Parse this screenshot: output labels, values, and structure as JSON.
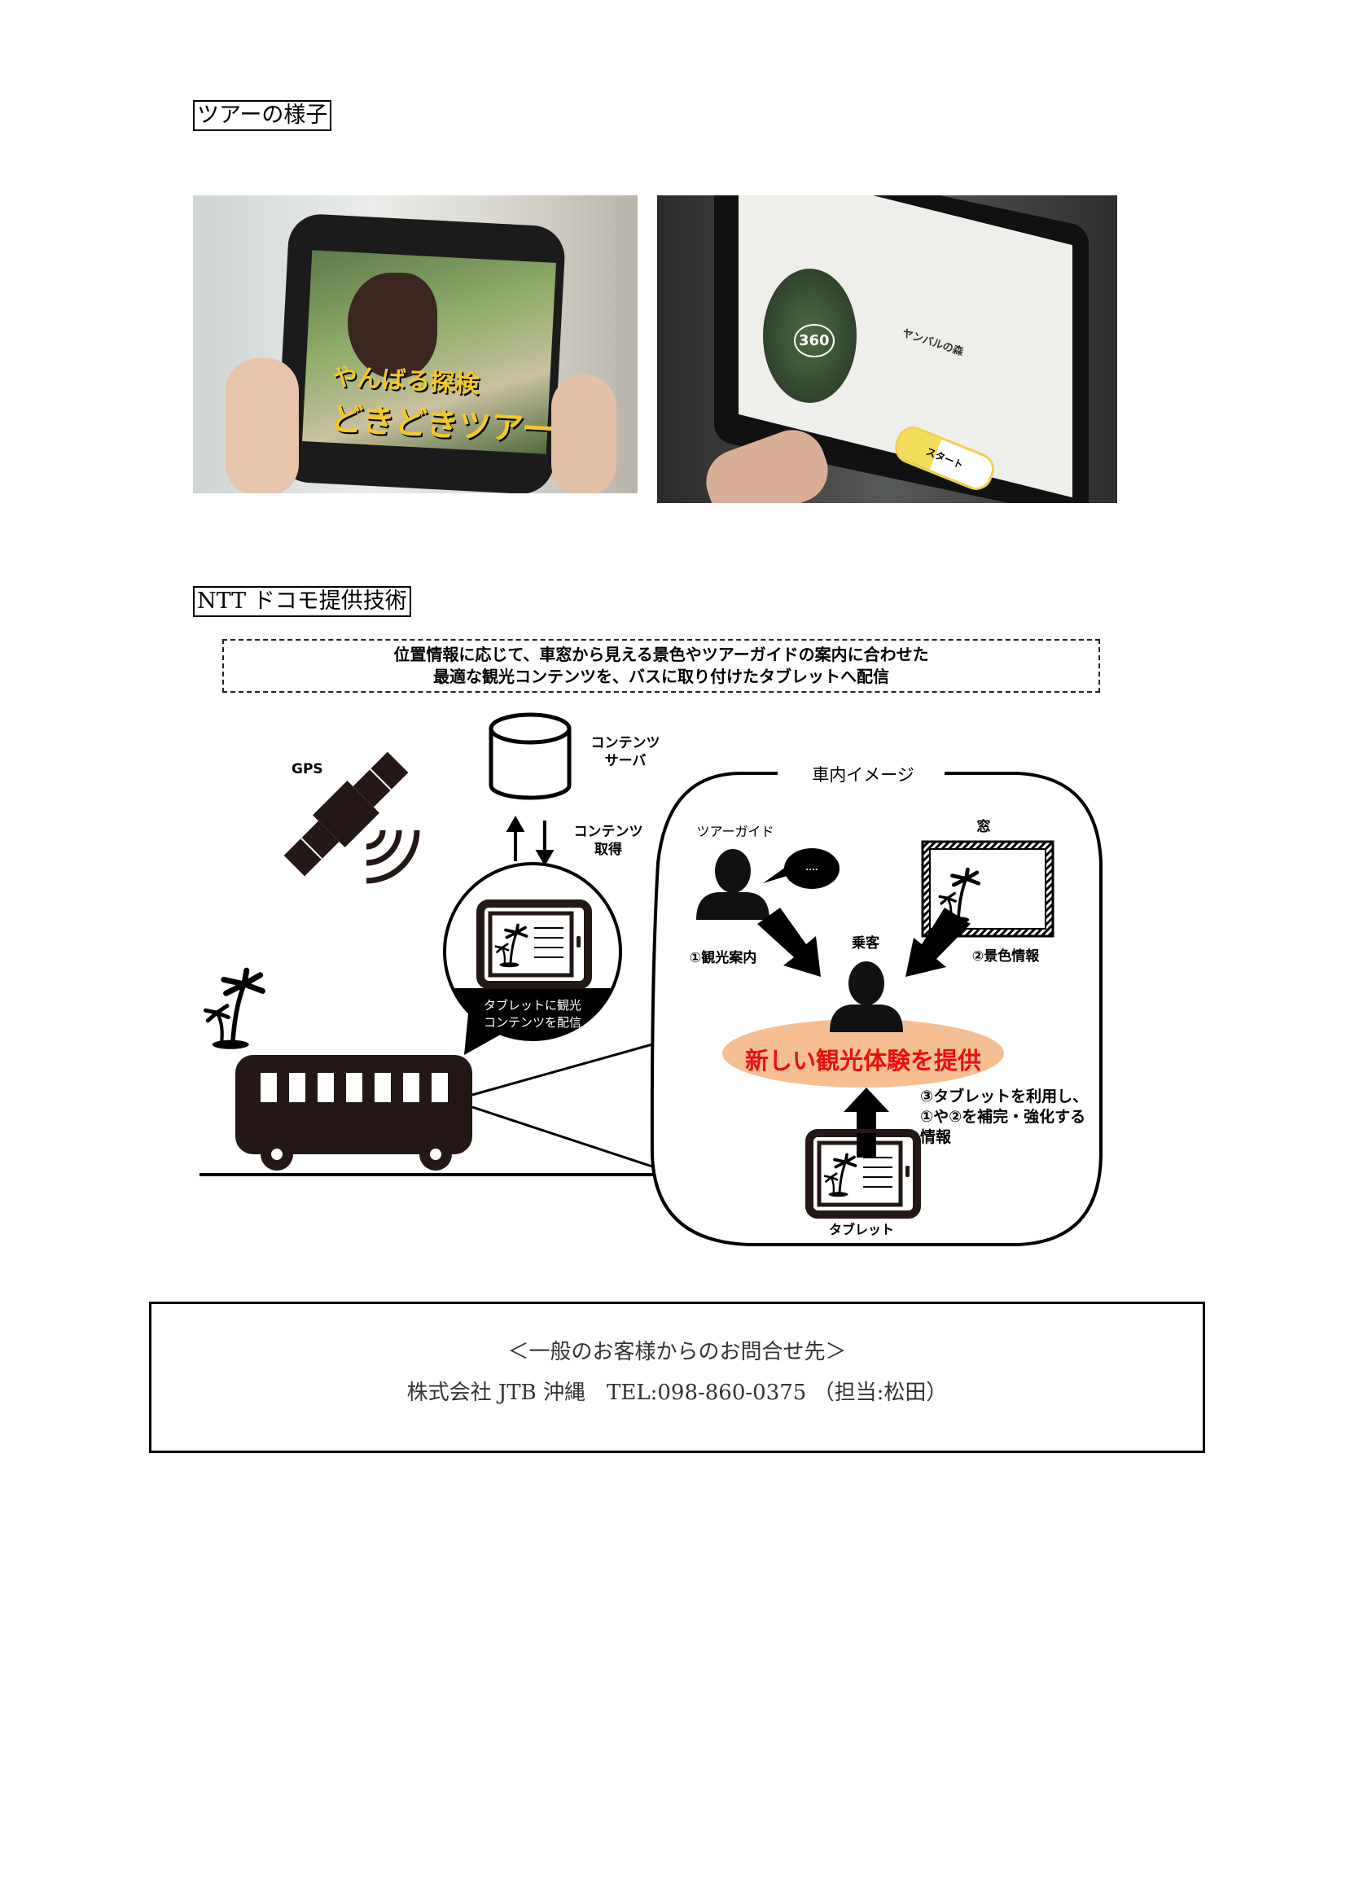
{
  "section1": {
    "heading": "ツアーの様子"
  },
  "photos": {
    "left": {
      "screen_title_1": "やんばる探検",
      "screen_title_2": "どきどきツアー"
    },
    "right": {
      "badge_360": "360",
      "card_title": "ヤンバルの森",
      "start_button": "スタート"
    }
  },
  "section2": {
    "heading": "NTT ドコモ提供技術"
  },
  "summary": {
    "line1": "位置情報に応じて、車窓から見える景色やツアーガイドの案内に合わせた",
    "line2": "最適な観光コンテンツを、バスに取り付けたタブレットへ配信"
  },
  "diagram": {
    "gps": "GPS",
    "server_1": "コンテンツ",
    "server_2": "サーバ",
    "fetch_1": "コンテンツ",
    "fetch_2": "取得",
    "bubble_1": "タブレットに観光",
    "bubble_2": "コンテンツを配信",
    "panel_title": "車内イメージ",
    "guide": "ツアーガイド",
    "speech": "....",
    "window": "窓",
    "passenger": "乗客",
    "step1": "①観光案内",
    "step2": "②景色情報",
    "highlight": "新しい観光体験を提供",
    "step3_1": "③タブレットを利用し、",
    "step3_2": "①や②を補完・強化する",
    "step3_3": "情報",
    "tablet": "タブレット",
    "colors": {
      "highlight_fill": "#f5bf93",
      "highlight_text": "#e8100f"
    }
  },
  "contact": {
    "title": "＜一般のお客様からのお問合せ先＞",
    "line": "株式会社 JTB 沖縄　TEL:098-860-0375 （担当:松田）"
  }
}
